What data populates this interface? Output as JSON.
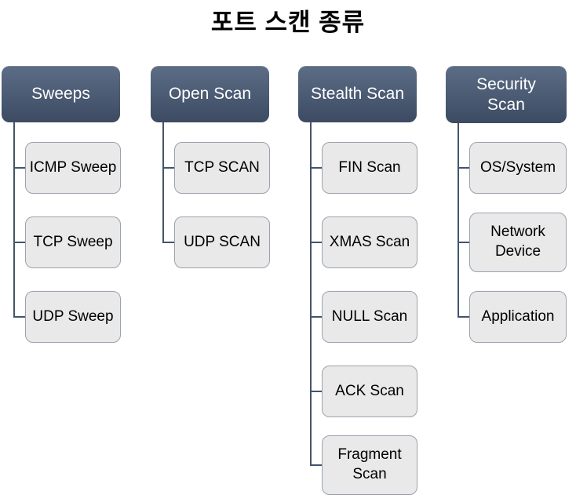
{
  "title": "포트 스캔 종류",
  "colors": {
    "background": "#ffffff",
    "title_text": "#000000",
    "header_gradient_top": "#5c6d86",
    "header_gradient_bottom": "#3c4b62",
    "header_text": "#ffffff",
    "child_fill": "#e9e9e9",
    "child_border": "#9aa2ae",
    "connector": "#44546a"
  },
  "columns": [
    {
      "header": "Sweeps",
      "children": [
        "ICMP Sweep",
        "TCP Sweep",
        "UDP Sweep"
      ]
    },
    {
      "header": "Open Scan",
      "children": [
        "TCP SCAN",
        "UDP SCAN"
      ]
    },
    {
      "header": "Stealth Scan",
      "children": [
        "FIN Scan",
        "XMAS Scan",
        "NULL Scan",
        "ACK Scan",
        "Fragment\nScan"
      ]
    },
    {
      "header": "Security\nScan",
      "children": [
        "OS/System",
        "Network\nDevice",
        "Application"
      ]
    }
  ]
}
